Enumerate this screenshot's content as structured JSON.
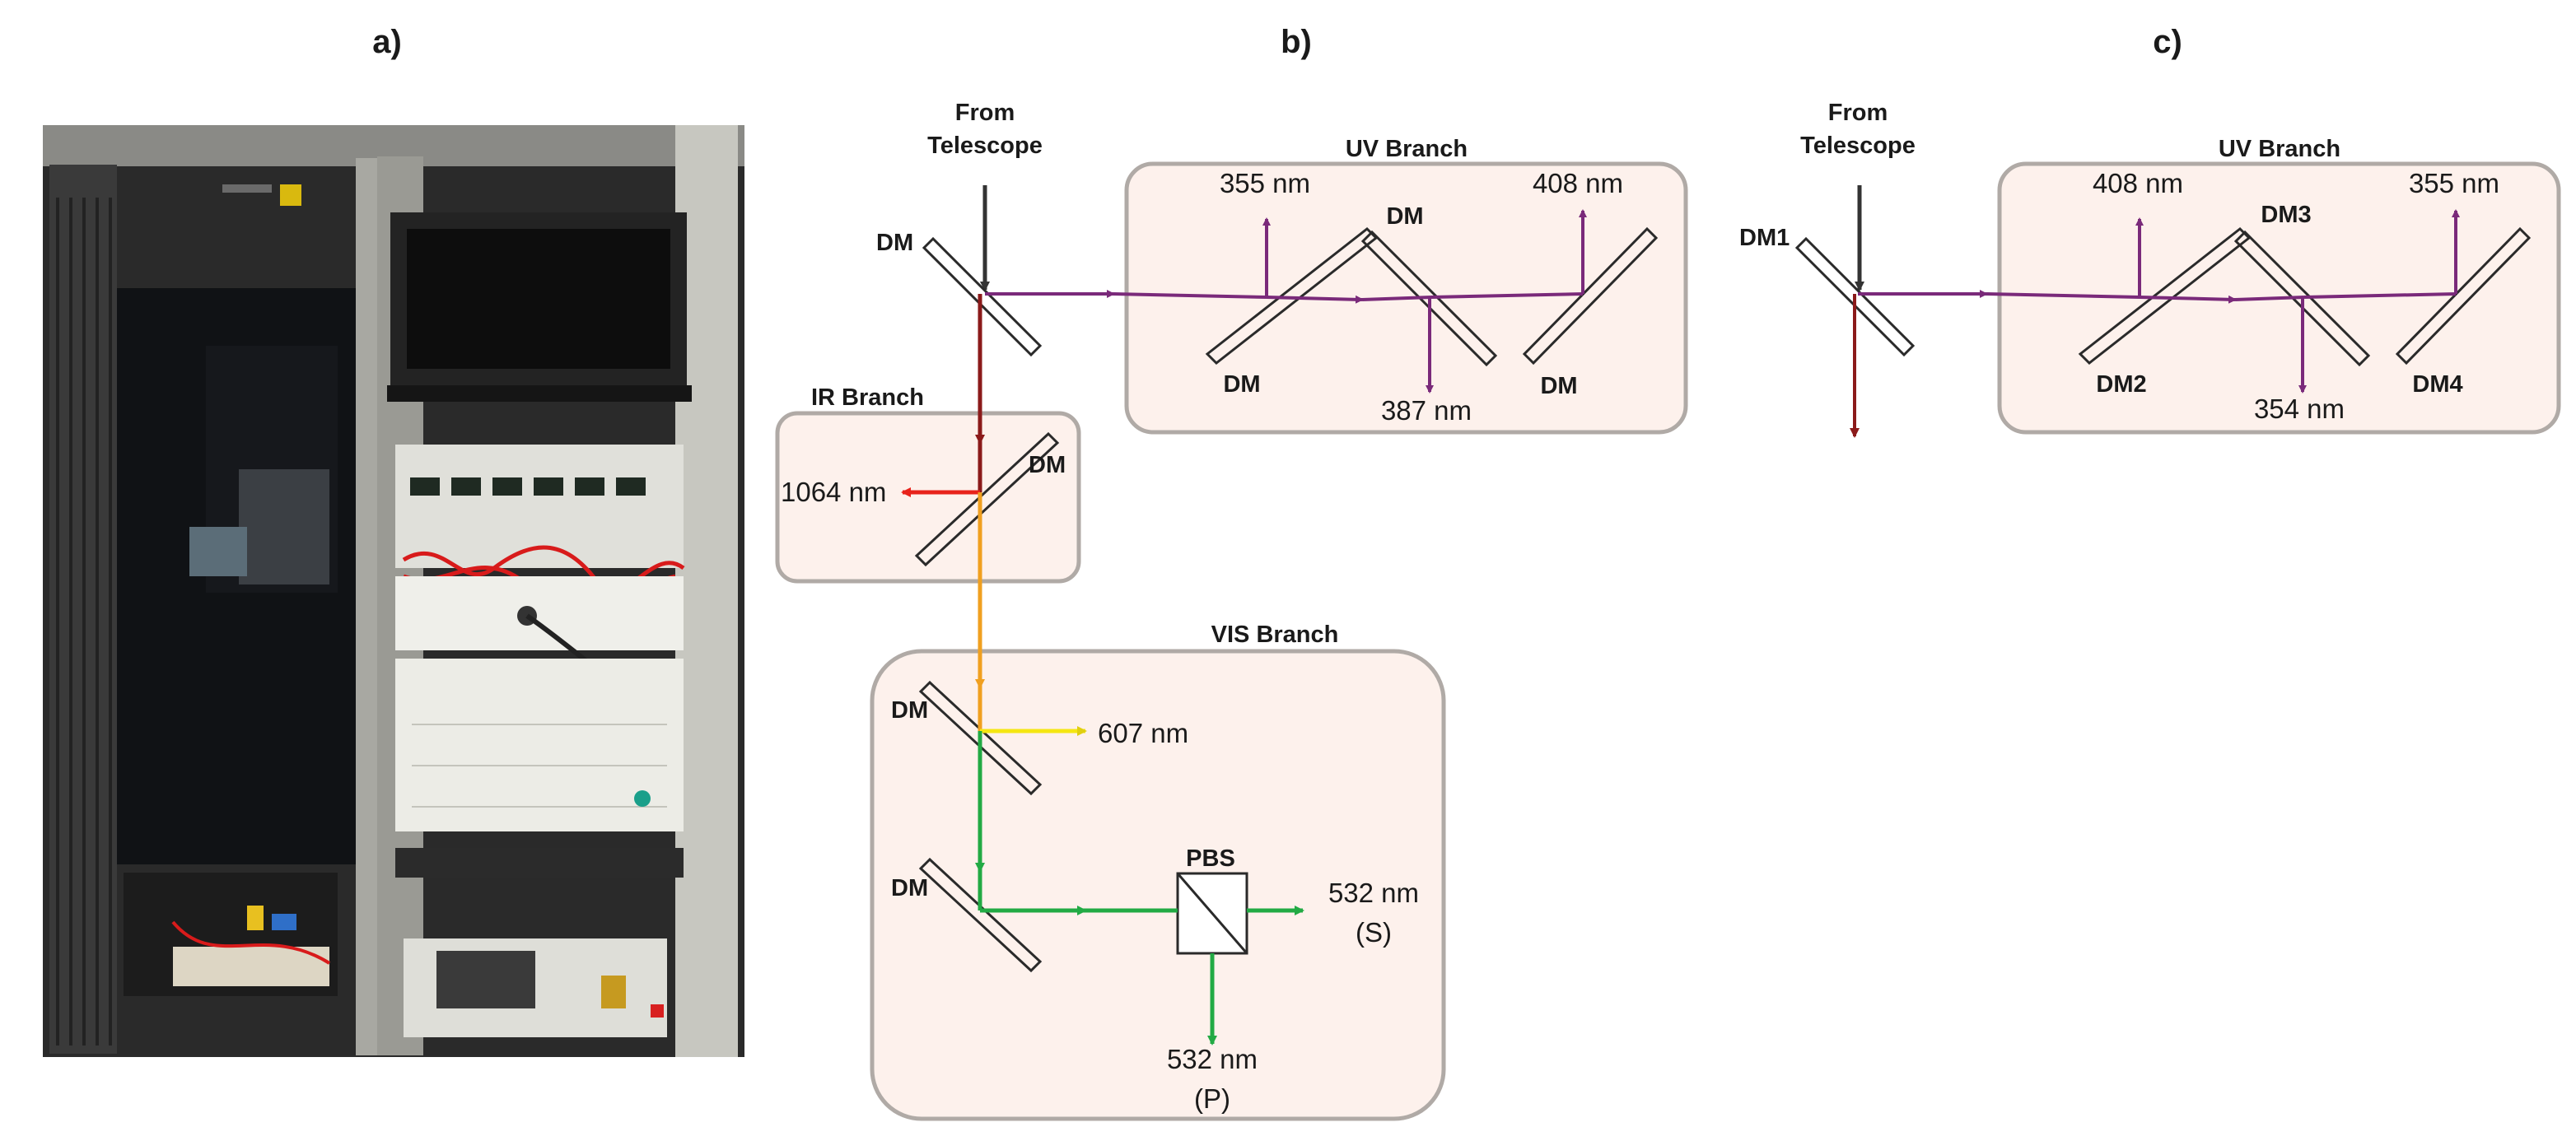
{
  "panels": {
    "a": {
      "label": "a)"
    },
    "b": {
      "label": "b)",
      "input_label_line1": "From",
      "input_label_line2": "Telescope",
      "uv_branch": "UV Branch",
      "ir_branch": "IR Branch",
      "vis_branch": "VIS Branch",
      "dm_main": "DM",
      "dm_uv1": "DM",
      "dm_uv2": "DM",
      "dm_uv3": "DM",
      "dm_ir": "DM",
      "dm_vis1": "DM",
      "dm_vis2": "DM",
      "pbs": "PBS",
      "wl_355": "355 nm",
      "wl_387": "387 nm",
      "wl_408": "408 nm",
      "wl_1064": "1064 nm",
      "wl_607": "607 nm",
      "wl_532s_line1": "532 nm",
      "wl_532s_line2": "(S)",
      "wl_532p_line1": "532 nm",
      "wl_532p_line2": "(P)"
    },
    "c": {
      "label": "c)",
      "input_label_line1": "From",
      "input_label_line2": "Telescope",
      "uv_branch": "UV Branch",
      "dm1": "DM1",
      "dm2": "DM2",
      "dm3": "DM3",
      "dm4": "DM4",
      "wl_408": "408 nm",
      "wl_354": "354 nm",
      "wl_355": "355 nm"
    }
  },
  "colors": {
    "uv": "#7a2a7a",
    "ir_in": "#8b1a1a",
    "ir_out": "#e8231b",
    "orange": "#f0a020",
    "yellow": "#f5e612",
    "green": "#22aa44",
    "telescope": "#333333",
    "box_fill": "#fdf1ec",
    "box_stroke": "#b0aaa6"
  }
}
